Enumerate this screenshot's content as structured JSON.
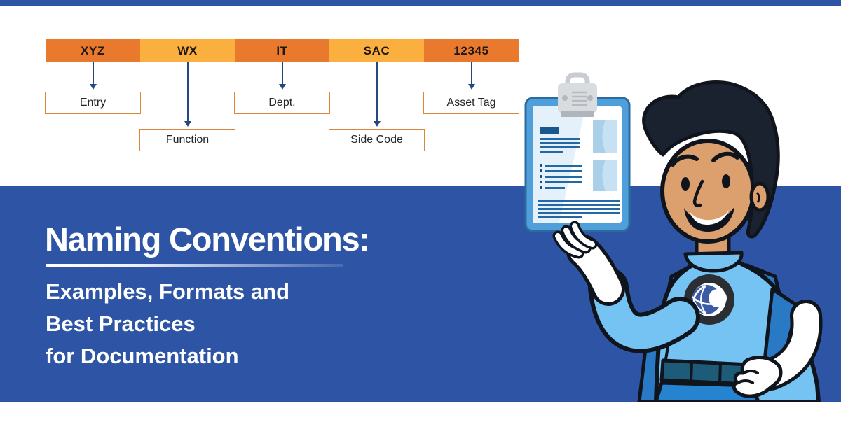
{
  "theme": {
    "accent_blue": "#2E55A5",
    "orange": "#E8792D",
    "yellow": "#FBAF3F",
    "arrow_navy": "#24477D",
    "box_border_orange": "#DB8638",
    "text_white": "#FFFFFF"
  },
  "hero": {
    "title": "Naming Conventions:",
    "subtitle_lines": [
      "Examples, Formats and",
      "Best Practices",
      "for Documentation"
    ]
  },
  "diagram": {
    "segments": [
      {
        "code": "XYZ",
        "label": "Entry",
        "color": "#E8792D"
      },
      {
        "code": "WX",
        "label": "Function",
        "color": "#FBAF3F"
      },
      {
        "code": "IT",
        "label": "Dept.",
        "color": "#E8792D"
      },
      {
        "code": "SAC",
        "label": "Side Code",
        "color": "#FBAF3F"
      },
      {
        "code": "12345",
        "label": "Asset Tag",
        "color": "#E8792D"
      }
    ]
  },
  "illustration": {
    "description": "cartoon superhero in light blue suit with globe chest emblem holding up a clipboard document"
  }
}
